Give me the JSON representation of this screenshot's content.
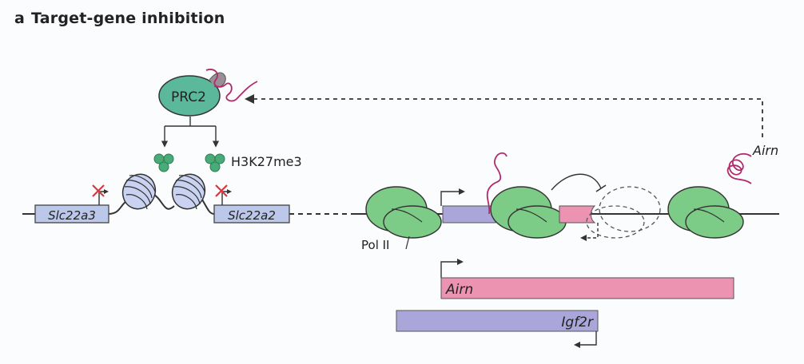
{
  "panel": {
    "letter": "a",
    "title": "Target-gene inhibition"
  },
  "labels": {
    "prc2": "PRC2",
    "h3k27me3": "H3K27me3",
    "airn_rna": "Airn",
    "pol2": "Pol II",
    "gene_slc22a3": "Slc22a3",
    "gene_slc22a2": "Slc22a2",
    "transcript_airn": "Airn",
    "transcript_igf2r": "Igf2r"
  },
  "colors": {
    "prc2_fill": "#5cb89a",
    "polii_fill": "#7ccb87",
    "nucleosome_fill": "#c9d2f0",
    "methyl_fill": "#49ac78",
    "gene_box_fill": "#bcc8ea",
    "airn_fill": "#ec93b2",
    "igf2r_fill": "#aaa6da",
    "rna_line": "#b02a6c",
    "repress_mark": "#d6383e"
  }
}
